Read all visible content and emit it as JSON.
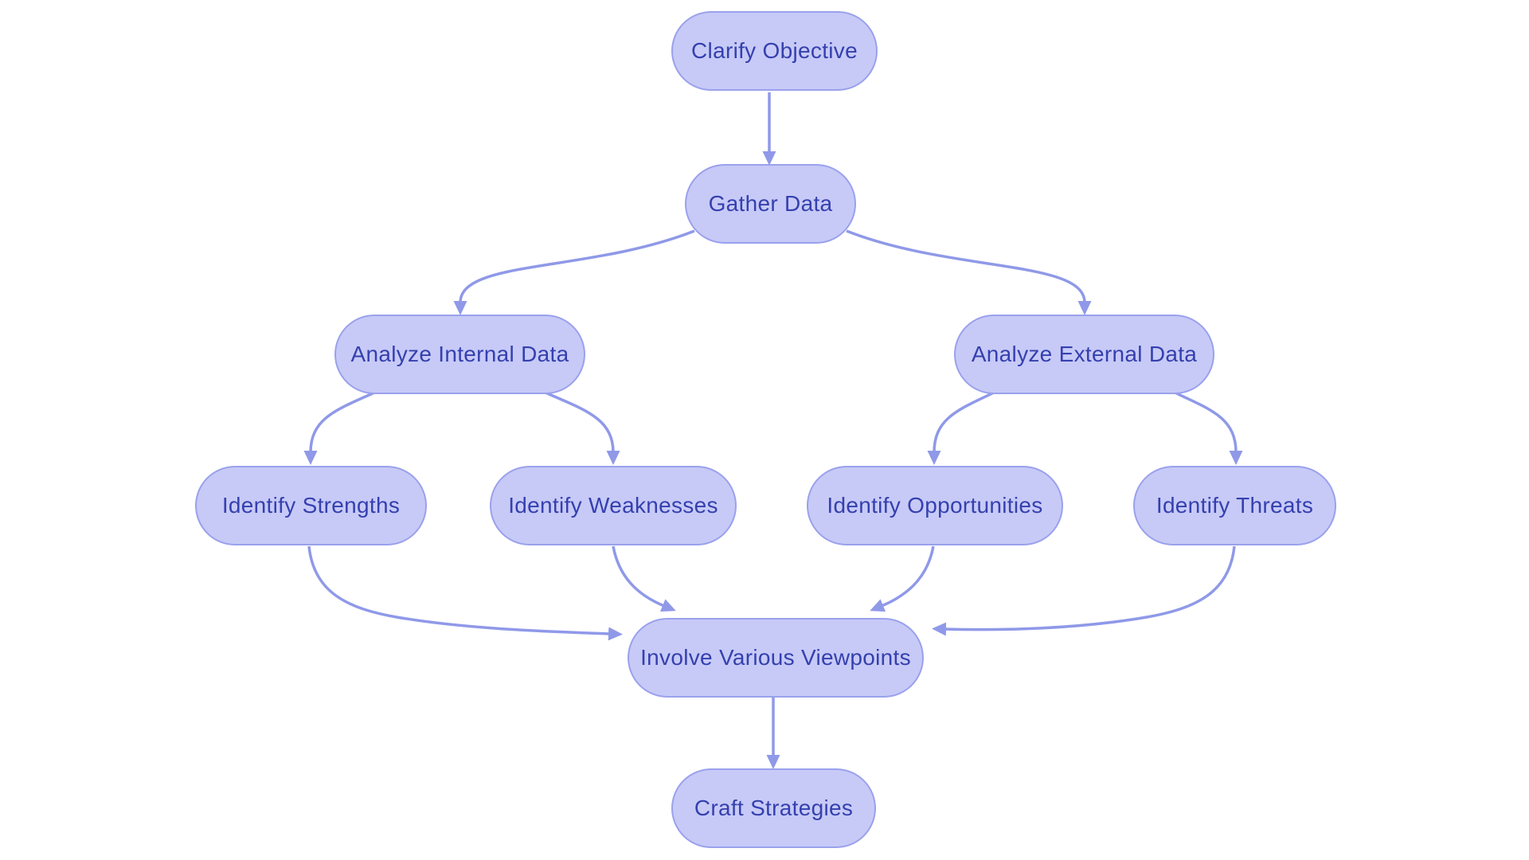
{
  "diagram": {
    "type": "flowchart",
    "background": "#ffffff",
    "colors": {
      "node_fill": "#c7caf7",
      "node_border": "#9aa1ec",
      "node_text": "#3540ae",
      "arrow": "#8f99e8",
      "background": "#ffffff"
    },
    "nodes": [
      {
        "id": "clarify-objective",
        "label": "Clarify Objective"
      },
      {
        "id": "gather-data",
        "label": "Gather Data"
      },
      {
        "id": "analyze-internal-data",
        "label": "Analyze Internal Data"
      },
      {
        "id": "analyze-external-data",
        "label": "Analyze External Data"
      },
      {
        "id": "identify-strengths",
        "label": "Identify Strengths"
      },
      {
        "id": "identify-weaknesses",
        "label": "Identify Weaknesses"
      },
      {
        "id": "identify-opportunities",
        "label": "Identify Opportunities"
      },
      {
        "id": "identify-threats",
        "label": "Identify Threats"
      },
      {
        "id": "involve-various-viewpoints",
        "label": "Involve Various Viewpoints"
      },
      {
        "id": "craft-strategies",
        "label": "Craft Strategies"
      }
    ],
    "edges": [
      {
        "from": "clarify-objective",
        "to": "gather-data"
      },
      {
        "from": "gather-data",
        "to": "analyze-internal-data"
      },
      {
        "from": "gather-data",
        "to": "analyze-external-data"
      },
      {
        "from": "analyze-internal-data",
        "to": "identify-strengths"
      },
      {
        "from": "analyze-internal-data",
        "to": "identify-weaknesses"
      },
      {
        "from": "analyze-external-data",
        "to": "identify-opportunities"
      },
      {
        "from": "analyze-external-data",
        "to": "identify-threats"
      },
      {
        "from": "identify-strengths",
        "to": "involve-various-viewpoints"
      },
      {
        "from": "identify-weaknesses",
        "to": "involve-various-viewpoints"
      },
      {
        "from": "identify-opportunities",
        "to": "involve-various-viewpoints"
      },
      {
        "from": "identify-threats",
        "to": "involve-various-viewpoints"
      },
      {
        "from": "involve-various-viewpoints",
        "to": "craft-strategies"
      }
    ]
  }
}
